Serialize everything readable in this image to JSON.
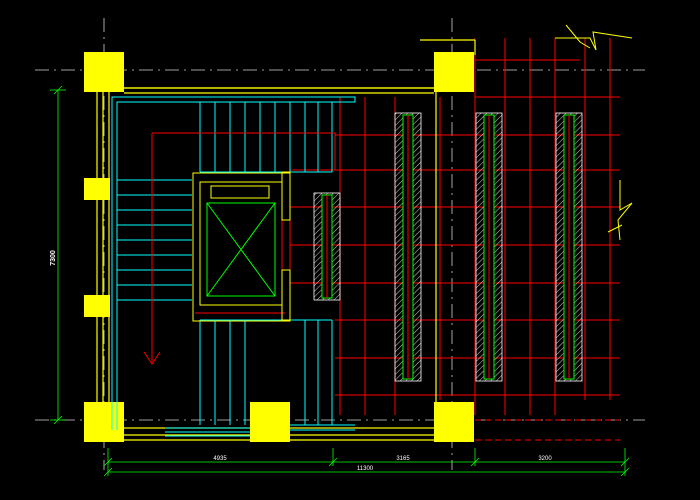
{
  "drawing": {
    "type": "CAD floor plan - stair and elevator core",
    "colors": {
      "background": "#000000",
      "column": "#ffff00",
      "wall": "#ffff00",
      "stair": "#00ffff",
      "grid": "#ff0000",
      "elevator_cross": "#00ff00",
      "dimension": "#00ff00",
      "axis": "#ffffff",
      "hatch": "#ffffff",
      "text": "#ffffff"
    }
  },
  "dimensions": {
    "vertical_total": "7300",
    "horizontal_segments": [
      "4935",
      "3165",
      "3200"
    ],
    "horizontal_total": "11300"
  }
}
